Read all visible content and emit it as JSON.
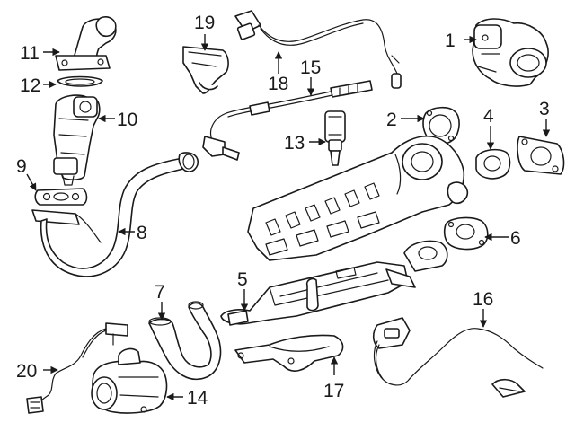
{
  "callouts": [
    "1",
    "2",
    "3",
    "4",
    "5",
    "6",
    "7",
    "8",
    "9",
    "10",
    "11",
    "12",
    "13",
    "14",
    "15",
    "16",
    "17",
    "18",
    "19",
    "20"
  ]
}
